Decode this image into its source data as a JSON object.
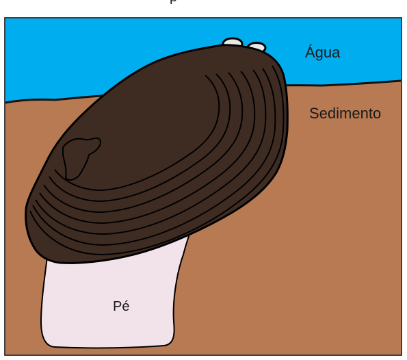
{
  "labels": {
    "top_caption": "p",
    "water": "Água",
    "sediment": "Sedimento",
    "foot": "Pé"
  },
  "colors": {
    "water": "#00AEEF",
    "sediment": "#B87A52",
    "shell": "#3E2C23",
    "foot": "#F2E2EA",
    "outline": "#000000",
    "siphon": "#E8E8E8"
  }
}
